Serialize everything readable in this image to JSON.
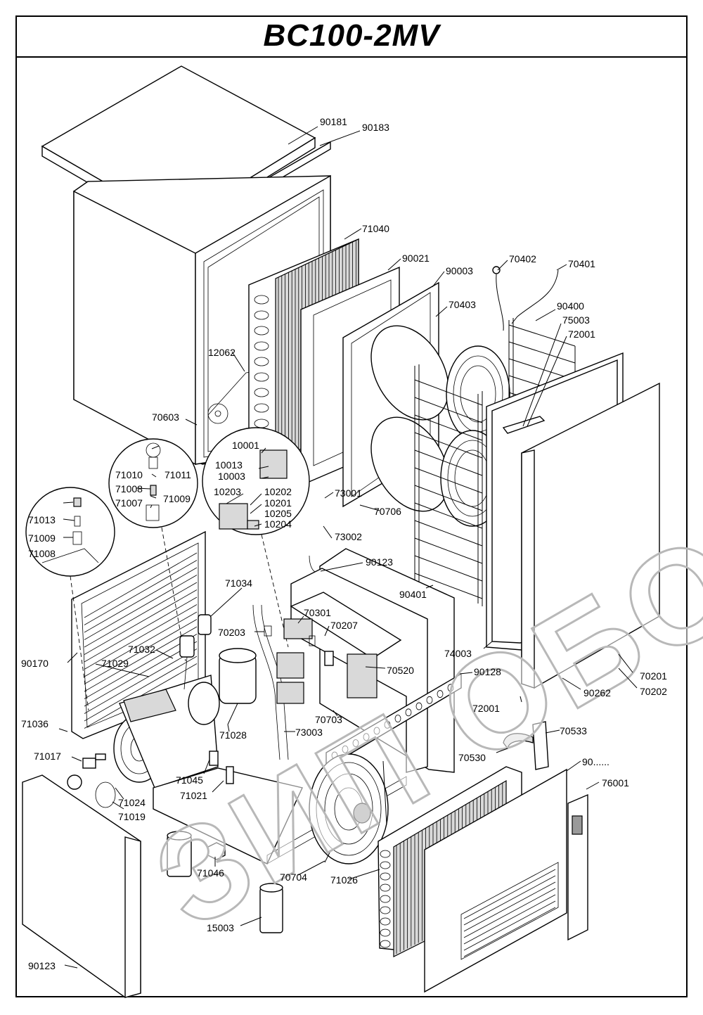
{
  "title": "BC100-2MV",
  "watermark": "ЗИП ОБОРУДОВАНИЕ ИТ",
  "labels": {
    "l90181": "90181",
    "l90183": "90183",
    "l71040": "71040",
    "l90021": "90021",
    "l90003": "90003",
    "l70402": "70402",
    "l70401": "70401",
    "l70403": "70403",
    "l90400": "90400",
    "l75003": "75003",
    "l72001a": "72001",
    "l12062": "12062",
    "l70603": "70603",
    "l10001": "10001",
    "l10013": "10013",
    "l10003": "10003",
    "l71010": "71010",
    "l71011": "71011",
    "l71008a": "71008",
    "l71009a": "71009",
    "l71007": "71007",
    "l10203": "10203",
    "l10202": "10202",
    "l10201": "10201",
    "l10205": "10205",
    "l10204": "10204",
    "l73001": "73001",
    "l70706": "70706",
    "l71013": "71013",
    "l71009b": "71009",
    "l71008b": "71008",
    "l73002": "73002",
    "l90123a": "90123",
    "l71034": "71034",
    "l90401": "90401",
    "l70301": "70301",
    "l70207": "70207",
    "l70203": "70203",
    "l74003": "74003",
    "l90170": "90170",
    "l71032": "71032",
    "l71029": "71029",
    "l70520": "70520",
    "l90128": "90128",
    "l70201": "70201",
    "l90262": "90262",
    "l70202": "70202",
    "l72001b": "72001",
    "l71036": "71036",
    "l71028": "71028",
    "l73003": "73003",
    "l70703": "70703",
    "l70533": "70533",
    "l70530": "70530",
    "l71017": "71017",
    "l71045": "71045",
    "l71021": "71021",
    "l90dots": "90......",
    "l76001": "76001",
    "l71024": "71024",
    "l71019": "71019",
    "l71046": "71046",
    "l70704": "70704",
    "l71026": "71026",
    "l15003": "15003",
    "l90123b": "90123"
  }
}
